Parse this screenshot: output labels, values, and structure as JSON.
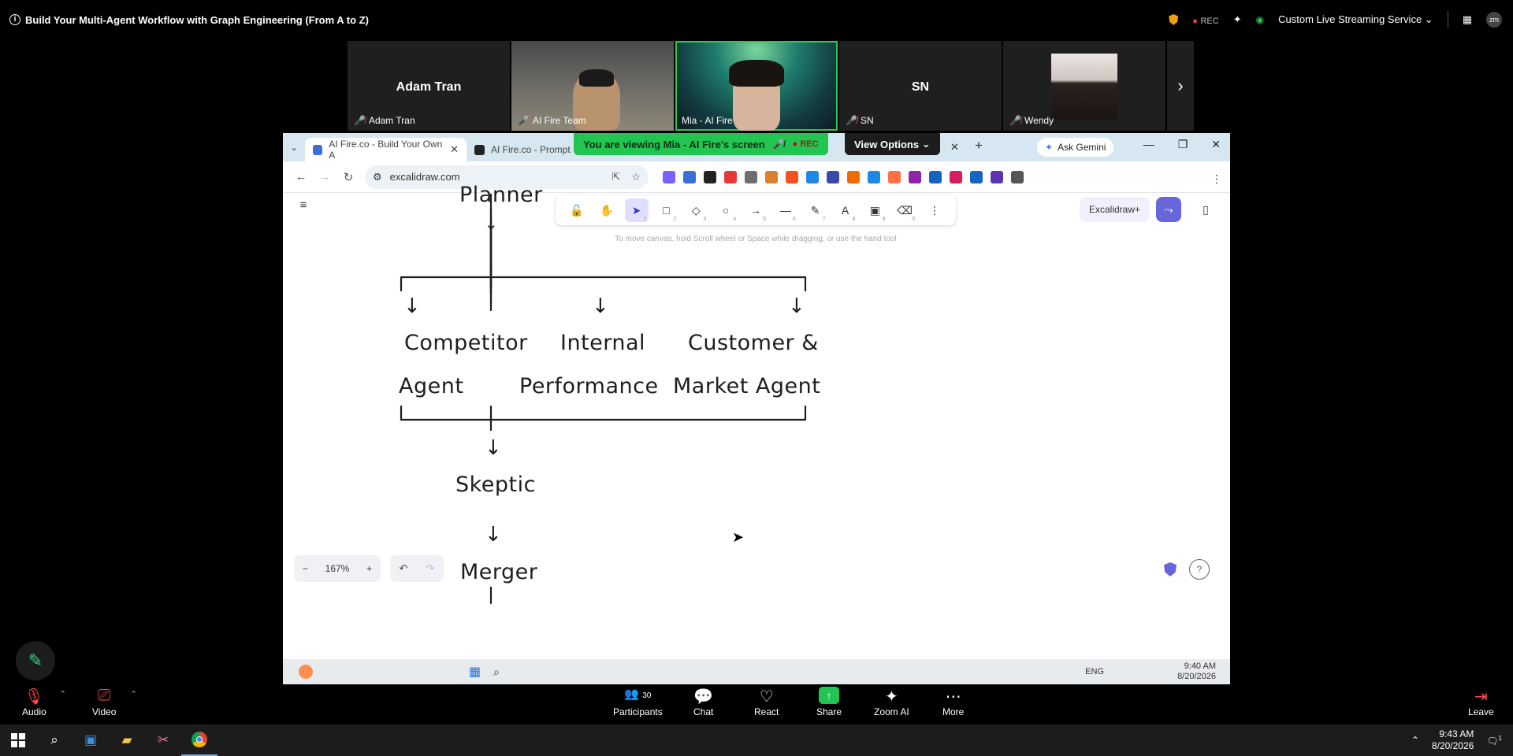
{
  "zoom": {
    "meeting_title": "Build Your Multi-Agent Workflow with Graph Engineering (From A to Z)",
    "rec_label": "REC",
    "streaming_service": "Custom Live Streaming Service",
    "avatar_initials": "zm"
  },
  "participants": [
    {
      "big_name": "Adam Tran",
      "label": "Adam Tran",
      "video": false
    },
    {
      "big_name": "",
      "label": "AI Fire Team",
      "video": true
    },
    {
      "big_name": "",
      "label": "Mia - AI Fire",
      "video": true,
      "active": true
    },
    {
      "big_name": "SN",
      "label": "SN",
      "video": false
    },
    {
      "big_name": "",
      "label": "Wendy",
      "video": false
    }
  ],
  "browser": {
    "tabs": [
      {
        "title": "AI Fire.co - Build Your Own A",
        "active": true
      },
      {
        "title": "AI Fire.co - Prompt",
        "active": false
      }
    ],
    "viewing_banner": "You are viewing  Mia - AI Fire's screen",
    "banner_rec": "REC",
    "view_options": "View Options",
    "ask_gemini": "Ask Gemini",
    "url": "excalidraw.com",
    "extension_colors": [
      "#7b61ff",
      "#3b6fd8",
      "#222222",
      "#e53935",
      "#6d6d6d",
      "#d9822b",
      "#f4511e",
      "#1e88e5",
      "#3949ab",
      "#ef6c00",
      "#1e88e5",
      "#ff7043",
      "#8e24aa",
      "#1565c0",
      "#d81b60",
      "#1565c0",
      "#5e35b1",
      "#555555"
    ]
  },
  "excalidraw": {
    "hint_text": "To move canvas, hold Scroll wheel or Space while dragging, or use the hand tool",
    "excalidraw_plus": "Excalidraw+",
    "zoom_level": "167%",
    "tools": [
      {
        "name": "lock-tool",
        "glyph": "🔓",
        "key": ""
      },
      {
        "name": "hand-tool",
        "glyph": "✋",
        "key": ""
      },
      {
        "name": "selection-tool",
        "glyph": "➤",
        "key": "1",
        "selected": true
      },
      {
        "name": "rectangle-tool",
        "glyph": "□",
        "key": "2"
      },
      {
        "name": "diamond-tool",
        "glyph": "◇",
        "key": "3"
      },
      {
        "name": "ellipse-tool",
        "glyph": "○",
        "key": "4"
      },
      {
        "name": "arrow-tool",
        "glyph": "→",
        "key": "5"
      },
      {
        "name": "line-tool",
        "glyph": "—",
        "key": "6"
      },
      {
        "name": "draw-tool",
        "glyph": "✎",
        "key": "7"
      },
      {
        "name": "text-tool",
        "glyph": "A",
        "key": "8"
      },
      {
        "name": "image-tool",
        "glyph": "▣",
        "key": "9"
      },
      {
        "name": "eraser-tool",
        "glyph": "⌫",
        "key": "0"
      },
      {
        "name": "more-tools",
        "glyph": "⋮",
        "key": ""
      }
    ],
    "diagram": {
      "planner": "Planner",
      "competitor_line1": "Competitor",
      "competitor_line2": "Agent",
      "internal_line1": "Internal",
      "internal_line2": "Performance",
      "customer_line1": "Customer &",
      "customer_line2": "Market Agent",
      "skeptic": "Skeptic",
      "merger": "Merger"
    }
  },
  "remote_taskbar": {
    "time": "9:40 AM",
    "date": "8/20/2026",
    "lang": "ENG"
  },
  "controls": {
    "audio": "Audio",
    "video": "Video",
    "participants": "Participants",
    "participants_count": "30",
    "chat": "Chat",
    "react": "React",
    "share": "Share",
    "zoom_ai": "Zoom AI",
    "more": "More",
    "leave": "Leave"
  },
  "windows_taskbar": {
    "time": "9:43 AM",
    "date": "8/20/2026",
    "notification_count": "1"
  }
}
